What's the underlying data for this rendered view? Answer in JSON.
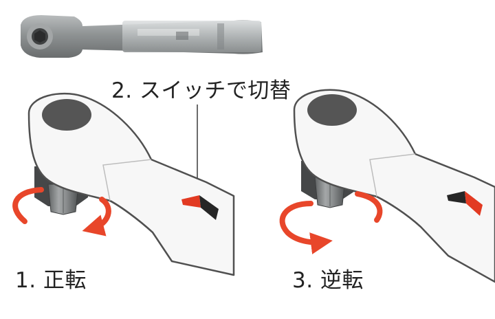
{
  "labels": {
    "switch": "2. スイッチで切替",
    "forward": "1. 正転",
    "reverse": "3. 逆転"
  },
  "colors": {
    "arrow": "#e8462a",
    "wrench_fill": "#f7f7f7",
    "wrench_outline": "#505050",
    "head_dark": "#555555",
    "socket": "#7d7f80",
    "switch_red": "#e23a22",
    "switch_black": "#262626"
  },
  "panels": [
    {
      "name": "forward",
      "switch_order": [
        "red",
        "black"
      ]
    },
    {
      "name": "reverse",
      "switch_order": [
        "black",
        "red"
      ]
    }
  ]
}
